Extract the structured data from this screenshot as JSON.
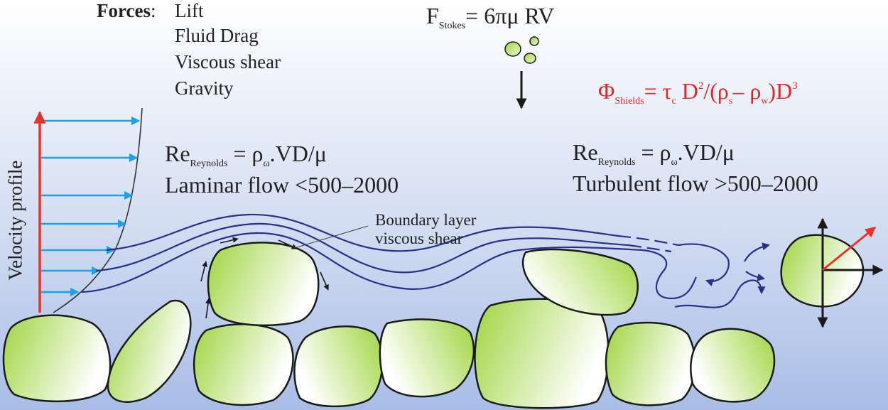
{
  "forces": {
    "title": "Forces",
    "separator": ":",
    "items": [
      "Lift",
      "Fluid Drag",
      "Viscous shear",
      "Gravity"
    ]
  },
  "stokes": {
    "symbol": "F",
    "subscript": "Stokes",
    "rhs": "= 6πμ RV"
  },
  "shields": {
    "symbol": "Φ",
    "subscript": "Shields",
    "eq": "= τ",
    "tau_sub": "c",
    "d1": " D",
    "exp1": "2",
    "mid": "/(ρ",
    "rho_s_sub": "s",
    "minus": "– ρ",
    "rho_w_sub": "w",
    "close": ")D",
    "exp2": "3"
  },
  "reynolds_left": {
    "symbol": "Re",
    "subscript": "Reynolds",
    "eq": " = ρ",
    "rho_sub": "ω",
    "rest": ".VD/μ",
    "flow": "Laminar flow <500–2000"
  },
  "reynolds_right": {
    "symbol": "Re",
    "subscript": "Reynolds",
    "eq": " = ρ",
    "rho_sub": "ω",
    "rest": ".VD/μ",
    "flow": "Turbulent flow >500–2000"
  },
  "velocity_profile_label": "Velocity profile",
  "boundary_label": [
    "Boundary layer",
    "viscous shear"
  ],
  "colors": {
    "background_top": "#ffffff",
    "background_bottom": "#a8bde6",
    "grain_fill": "#a6d94a",
    "grain_outline": "#1a1a1a",
    "streamline": "#2b2f8c",
    "velocity_arrow": "#1aa3e8",
    "profile_axis": "#e8322a",
    "red_force_arrow": "#e8322a",
    "shields_text": "#e02828"
  }
}
